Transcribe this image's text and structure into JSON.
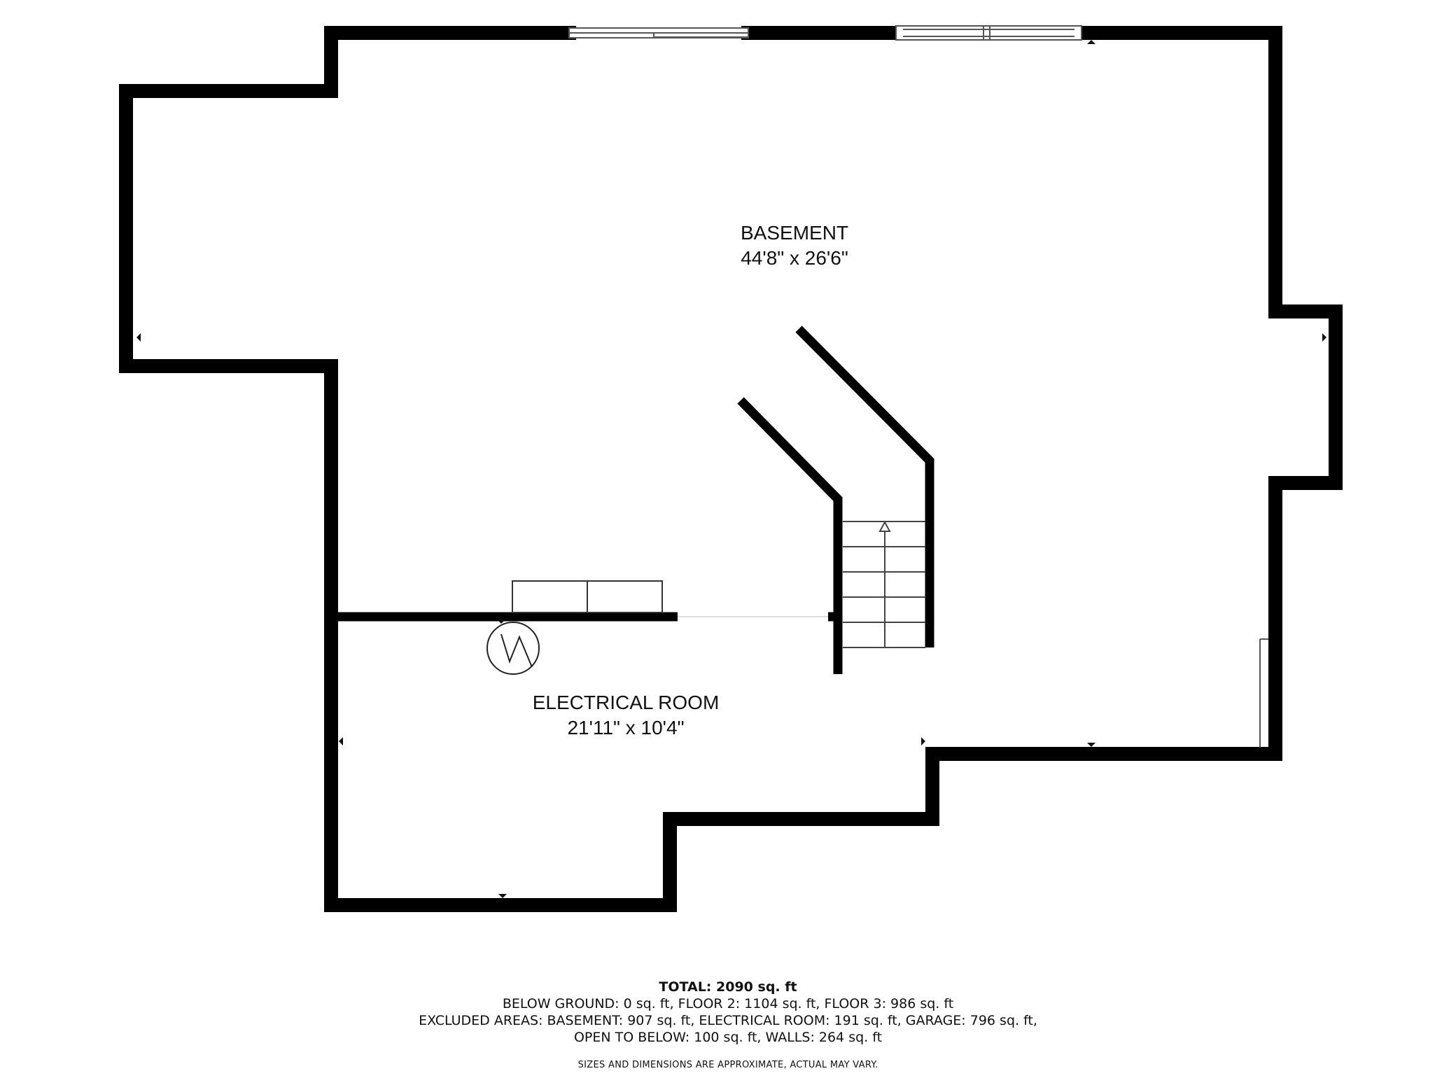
{
  "rooms": {
    "basement": {
      "name": "BASEMENT",
      "dimensions": "44'8\" x 26'6\""
    },
    "electrical_room": {
      "name": "ELECTRICAL ROOM",
      "dimensions": "21'11\" x 10'4\""
    }
  },
  "summary": {
    "total": "TOTAL: 2090 sq. ft",
    "line1": "BELOW GROUND: 0 sq. ft, FLOOR 2: 1104 sq. ft, FLOOR 3: 986 sq. ft",
    "line2": "EXCLUDED AREAS: BASEMENT: 907 sq. ft, ELECTRICAL ROOM: 191 sq. ft, GARAGE: 796 sq. ft,",
    "line3": "OPEN TO BELOW: 100 sq. ft, WALLS: 264 sq. ft",
    "disclaimer": "SIZES AND DIMENSIONS ARE APPROXIMATE, ACTUAL MAY VARY."
  },
  "colors": {
    "wall": "#000000",
    "background": "#ffffff",
    "text": "#111111"
  },
  "icons": {
    "electrical_panel": "electrical-panel-icon",
    "stairs_arrow": "stairs-up-arrow-icon"
  }
}
